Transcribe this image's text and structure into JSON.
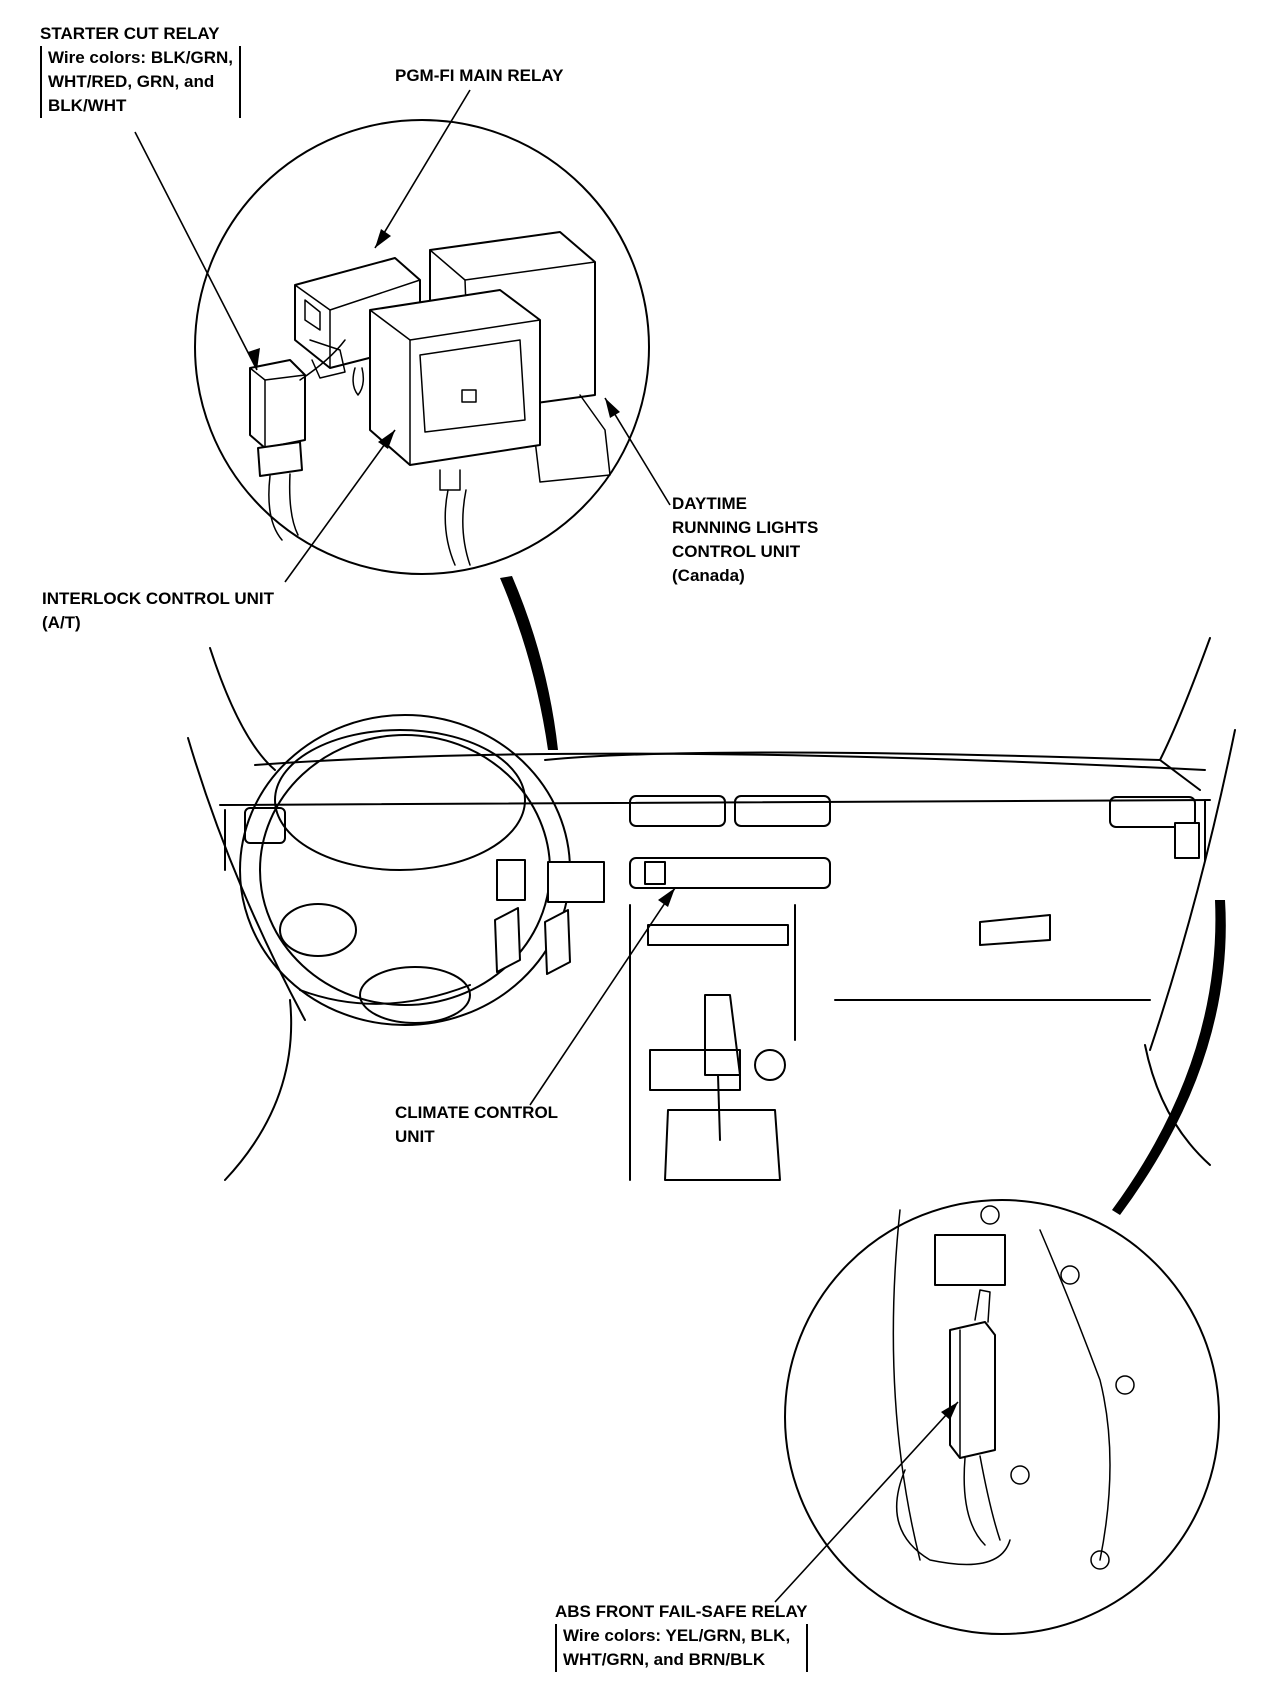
{
  "labels": {
    "starter_cut_relay": {
      "title": "STARTER CUT RELAY",
      "wire_lines": [
        "Wire colors: BLK/GRN,",
        "WHT/RED, GRN, and",
        "BLK/WHT"
      ]
    },
    "pgm_fi_main_relay": "PGM-FI MAIN RELAY",
    "daytime_running_lights": [
      "DAYTIME",
      "RUNNING LIGHTS",
      "CONTROL UNIT",
      "(Canada)"
    ],
    "interlock_control_unit": [
      "INTERLOCK CONTROL UNIT",
      "(A/T)"
    ],
    "climate_control_unit": [
      "CLIMATE CONTROL",
      "UNIT"
    ],
    "abs_front_fail_safe_relay": {
      "title": "ABS FRONT FAIL-SAFE RELAY",
      "wire_lines": [
        "Wire colors: YEL/GRN, BLK,",
        "WHT/GRN, and BRN/BLK"
      ]
    }
  }
}
